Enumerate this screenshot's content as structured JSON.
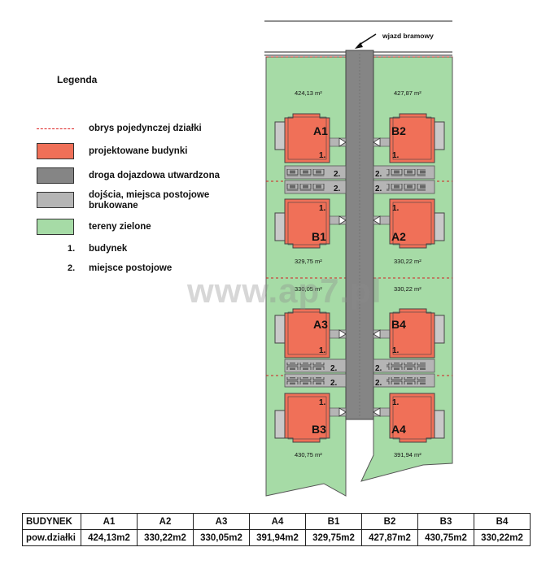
{
  "legend": {
    "title": "Legenda",
    "items": [
      {
        "kind": "dash",
        "text": "obrys pojedynczej działki",
        "color": "#d22222"
      },
      {
        "kind": "swatch",
        "text": "projektowane budynki",
        "color": "#f07058"
      },
      {
        "kind": "swatch",
        "text": "droga dojazdowa utwardzona",
        "color": "#858585"
      },
      {
        "kind": "swatch",
        "text": "dojścia, miejsca postojowe brukowane",
        "color": "#b5b5b5"
      },
      {
        "kind": "swatch",
        "text": "tereny zielone",
        "color": "#a6dba6"
      },
      {
        "kind": "num",
        "num": "1.",
        "text": "budynek"
      },
      {
        "kind": "num",
        "num": "2.",
        "text": "miejsce postojowe"
      }
    ]
  },
  "plan": {
    "entrance_label": "wjazd bramowy",
    "plot_areas": {
      "nw": "424,13 m²",
      "ne": "427,87 m²",
      "b1": "329,75 m²",
      "a2": "330,22 m²",
      "a3": "330,05 m²",
      "b4": "330,22 m²",
      "b3": "430,75 m²",
      "a4": "391,94 m²"
    },
    "buildings": [
      "A1",
      "B2",
      "B1",
      "A2",
      "A3",
      "B4",
      "B3",
      "A4"
    ],
    "marker_building": "1.",
    "marker_parking": "2."
  },
  "watermark": "www.ap7.pl",
  "table": {
    "header_label": "BUDYNEK",
    "row_label": "pow.działki",
    "columns": [
      "A1",
      "A2",
      "A3",
      "A4",
      "B1",
      "B2",
      "B3",
      "B4"
    ],
    "values": [
      "424,13m2",
      "330,22m2",
      "330,05m2",
      "391,94m2",
      "329,75m2",
      "427,87m2",
      "430,75m2",
      "330,22m2"
    ]
  },
  "colors": {
    "green": "#a6dba6",
    "building": "#f07058",
    "road": "#858585",
    "paving": "#b5b5b5",
    "boundary": "#d22222",
    "outline": "#555555"
  }
}
